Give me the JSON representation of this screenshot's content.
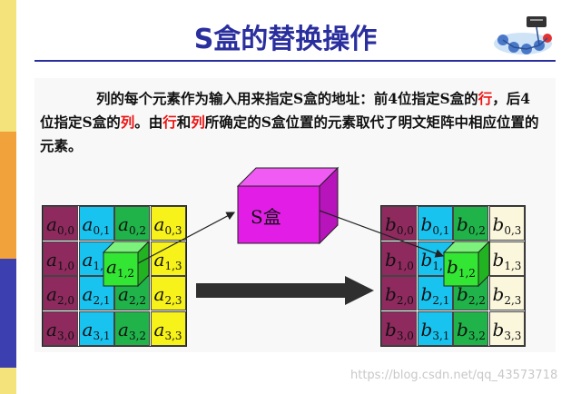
{
  "title": "S盒的替换操作",
  "description": {
    "p1": "列的每个元素作为输入用来指定S盒的地址：前4位指定S盒的",
    "row_word": "行",
    "p2": "，后4位指定S盒的",
    "col_word": "列",
    "p3": "。由",
    "row_word2": "行",
    "p4": "和",
    "col_word2": "列",
    "p5": "所确定的S盒位置的元素取代了明文矩阵中相应位置的元素。"
  },
  "sbox_label": "S盒",
  "input_matrix": {
    "symbol": "a",
    "rows": [
      [
        "0,0",
        "0,1",
        "0,2",
        "0,3"
      ],
      [
        "1,0",
        "1,1",
        "1,2",
        "1,3"
      ],
      [
        "2,0",
        "2,1",
        "2,2",
        "2,3"
      ],
      [
        "3,0",
        "3,1",
        "3,2",
        "3,3"
      ]
    ],
    "highlight_symbol": "a",
    "highlight_sub": "1,2"
  },
  "output_matrix": {
    "symbol": "b",
    "rows": [
      [
        "0,0",
        "0,1",
        "0,2",
        "0,3"
      ],
      [
        "1,0",
        "1,1",
        "1,2",
        "1,3"
      ],
      [
        "2,0",
        "2,1",
        "2,2",
        "2,3"
      ],
      [
        "3,0",
        "3,1",
        "3,2",
        "3,3"
      ]
    ],
    "highlight_symbol": "b",
    "highlight_sub": "1,2"
  },
  "colors": {
    "col0": "#8e2a5e",
    "col1": "#19c3f0",
    "col2": "#1fb34a",
    "col3_input": "#f7f21a",
    "col3_output": "#fbf7dc",
    "cube": "#33e633",
    "sbox": "#e21ee6",
    "title": "#2a2f9e",
    "arrow": "#2f2f2f"
  },
  "watermark": "https://blog.csdn.net/qq_43573718"
}
